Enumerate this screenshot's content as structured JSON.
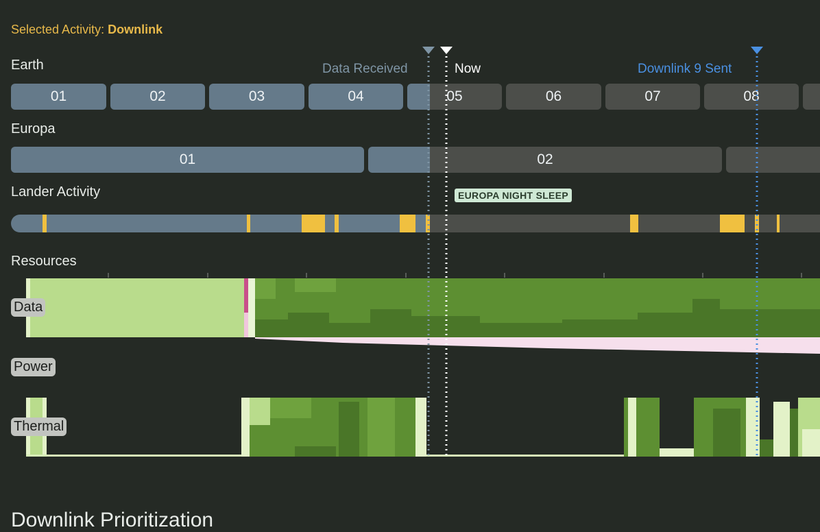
{
  "header": {
    "selected_prefix": "Selected Activity:",
    "selected_value": "Downlink"
  },
  "markers": {
    "data_received": "Data Received",
    "now": "Now",
    "downlink_sent": "Downlink 9 Sent"
  },
  "earth": {
    "label": "Earth",
    "segments": [
      "01",
      "02",
      "03",
      "04",
      "05",
      "06",
      "07",
      "08"
    ]
  },
  "europa": {
    "label": "Europa",
    "segments": [
      "01",
      "02"
    ]
  },
  "lander": {
    "label": "Lander Activity",
    "tag": "EUROPA NIGHT SLEEP"
  },
  "resources": {
    "label": "Resources",
    "data": "Data",
    "power": "Power",
    "thermal": "Thermal"
  },
  "section_heading": "Downlink Prioritization",
  "colors": {
    "background": "#252a25",
    "past_segment": "#657a8a",
    "future_segment": "#4c4e4a",
    "activity_yellow": "#f0c040",
    "data_received_marker": "#7f95a5",
    "now_marker": "#ffffff",
    "downlink_marker": "#4a90e2",
    "selected_accent": "#e7b84a"
  }
}
